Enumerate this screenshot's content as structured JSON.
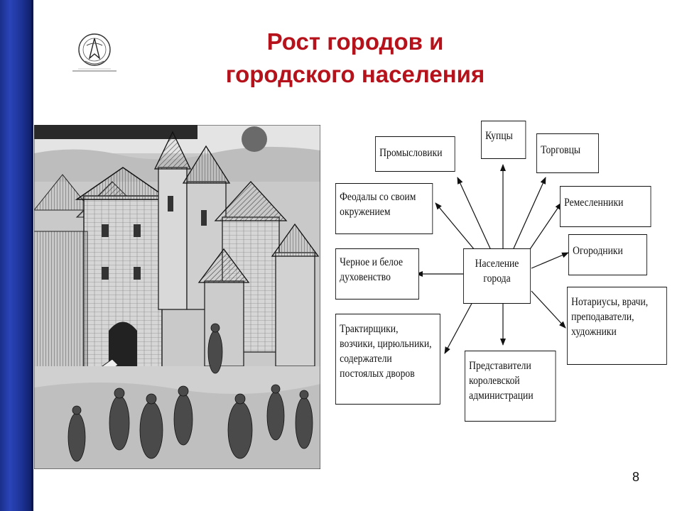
{
  "slide": {
    "title_line1": "Рост городов и",
    "title_line2": "городского населения",
    "page_number": "8"
  },
  "colors": {
    "title": "#b5121b",
    "sidebar": "#1d3396"
  },
  "logo": {
    "icon": "emblem-icon"
  },
  "illustration": {
    "icon": "medieval-town-engraving"
  },
  "diagram": {
    "center": "Население города",
    "nodes": {
      "merchants": "Купцы",
      "craftsmen_trade": "Промысловики",
      "traders": "Торговцы",
      "feudals": "Феодалы со своим окружением",
      "artisans": "Ремесленники",
      "clergy": "Черное и белое духовенство",
      "gardeners": "Огородники",
      "professionals": "Нотариусы, врачи, преподаватели, художники",
      "innkeepers": "Трактирщики, возчики, цирюльники, содержатели постоялых дворов",
      "officials": "Представители королевской администрации"
    }
  }
}
